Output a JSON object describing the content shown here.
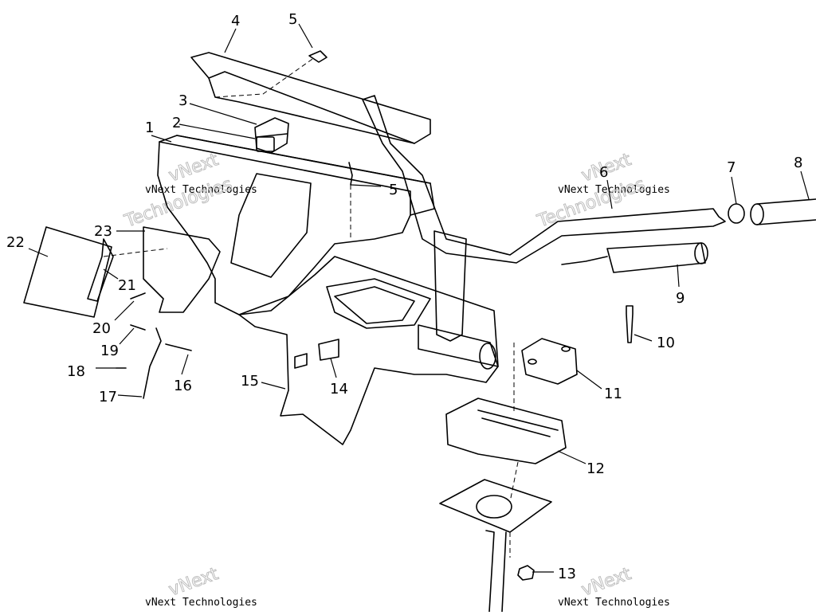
{
  "diagram": {
    "callouts": [
      {
        "id": "c1",
        "label": "1"
      },
      {
        "id": "c2",
        "label": "2"
      },
      {
        "id": "c3",
        "label": "3"
      },
      {
        "id": "c4",
        "label": "4"
      },
      {
        "id": "c5a",
        "label": "5"
      },
      {
        "id": "c5b",
        "label": "5"
      },
      {
        "id": "c6",
        "label": "6"
      },
      {
        "id": "c7",
        "label": "7"
      },
      {
        "id": "c8",
        "label": "8"
      },
      {
        "id": "c9",
        "label": "9"
      },
      {
        "id": "c10",
        "label": "10"
      },
      {
        "id": "c11",
        "label": "11"
      },
      {
        "id": "c12",
        "label": "12"
      },
      {
        "id": "c13",
        "label": "13"
      },
      {
        "id": "c14",
        "label": "14"
      },
      {
        "id": "c15",
        "label": "15"
      },
      {
        "id": "c16",
        "label": "16"
      },
      {
        "id": "c17",
        "label": "17"
      },
      {
        "id": "c18",
        "label": "18"
      },
      {
        "id": "c19",
        "label": "19"
      },
      {
        "id": "c20",
        "label": "20"
      },
      {
        "id": "c21",
        "label": "21"
      },
      {
        "id": "c22",
        "label": "22"
      },
      {
        "id": "c23",
        "label": "23"
      }
    ],
    "watermark": {
      "line1": "vNext Technologies",
      "line2": "vNext",
      "line3": "Technologies"
    }
  }
}
